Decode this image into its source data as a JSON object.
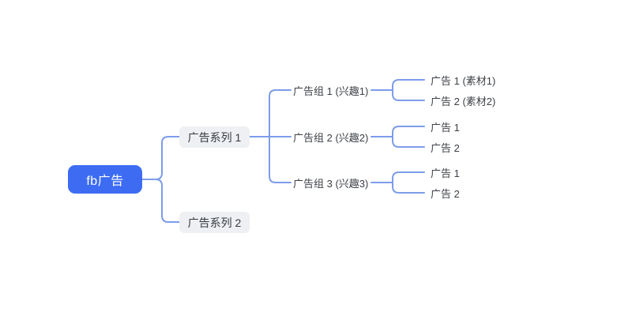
{
  "mindmap": {
    "root": {
      "label": "fb广告"
    },
    "series": [
      {
        "label": "广告系列 1"
      },
      {
        "label": "广告系列 2"
      }
    ],
    "groups": [
      {
        "label": "广告组 1 (兴趣1)",
        "ads": [
          "广告 1 (素材1)",
          "广告 2 (素材2)"
        ]
      },
      {
        "label": "广告组 2 (兴趣2)",
        "ads": [
          "广告 1",
          "广告 2"
        ]
      },
      {
        "label": "广告组 3 (兴趣3)",
        "ads": [
          "广告 1",
          "广告 2"
        ]
      }
    ],
    "colors": {
      "canvas_bg": "#FFFFFF",
      "root_bg": "#3D6CF3",
      "root_text": "#FFFFFF",
      "node_bg": "#EEF0F3",
      "node_text": "#363A41",
      "text": "#3C4046",
      "line": "#7D9CEA"
    }
  }
}
